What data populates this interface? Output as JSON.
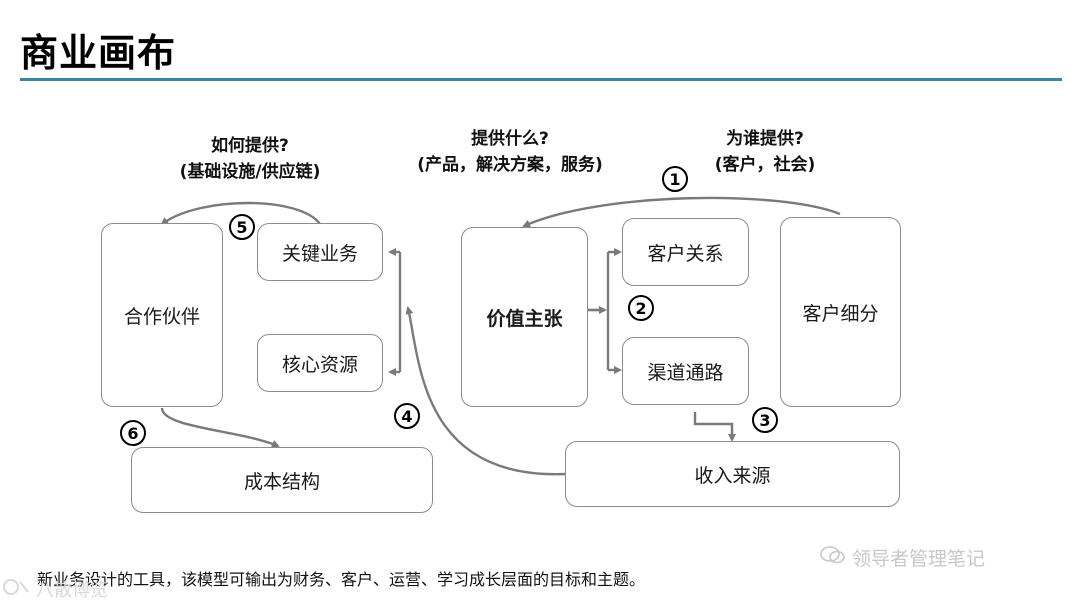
{
  "title": "商业画布",
  "questions": {
    "how": {
      "line1": "如何提供?",
      "line2": "(基础设施/供应链)"
    },
    "what": {
      "line1": "提供什么?",
      "line2": "(产品，解决方案，服务)"
    },
    "who": {
      "line1": "为谁提供?",
      "line2": "(客户，社会)"
    }
  },
  "boxes": {
    "partners": "合作伙伴",
    "key_activities": "关键业务",
    "key_resources": "核心资源",
    "value_proposition": "价值主张",
    "customer_relationships": "客户关系",
    "channels": "渠道通路",
    "customer_segments": "客户细分",
    "cost_structure": "成本结构",
    "revenue_streams": "收入来源"
  },
  "step_numbers": [
    "1",
    "2",
    "3",
    "4",
    "5",
    "6"
  ],
  "note": "新业务设计的工具，该模型可输出为财务、客户、运营、学习成长层面的目标和主题。",
  "watermark_right": "领导者管理笔记",
  "watermark_left": "八散博览",
  "colors": {
    "rule": "#3b86a0",
    "border": "#8c8c8c",
    "arrow": "#7a7a7a"
  }
}
